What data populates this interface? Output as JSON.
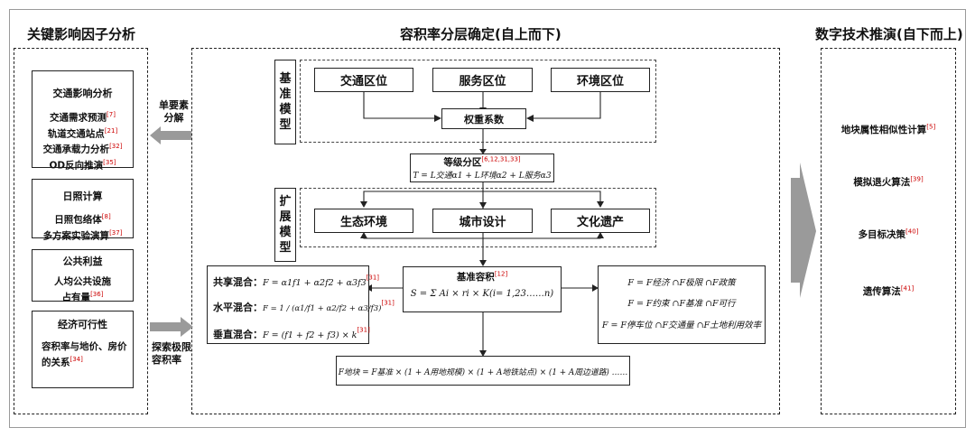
{
  "titles": {
    "left": "关键影响因子分析",
    "center": "容积率分层确定(自上而下)",
    "right": "数字技术推演(自下而上)"
  },
  "left_panel": {
    "traffic": {
      "heading": "交通影响分析",
      "items": [
        {
          "text": "交通需求预测",
          "ref": "[7]"
        },
        {
          "text": "轨道交通站点",
          "ref": "[21]"
        },
        {
          "text": "交通承载力分析",
          "ref": "[32]"
        },
        {
          "text": "OD反向推演",
          "ref": "[35]"
        }
      ]
    },
    "sunlight": {
      "heading": "日照计算",
      "items": [
        {
          "text": "日照包络体",
          "ref": "[8]"
        },
        {
          "text": "多方案实验演算",
          "ref": "[37]"
        }
      ]
    },
    "public": {
      "heading": "公共利益",
      "line1": "人均公共设施",
      "line2": "占有量",
      "ref": "[36]"
    },
    "economy": {
      "heading": "经济可行性",
      "line1": "容积率与地价、房价",
      "line2": "的关系",
      "ref": "[34]"
    }
  },
  "arrows": {
    "single_factor": [
      "单要素",
      "分解"
    ],
    "explore_limit": [
      "探索极限",
      "容积率"
    ]
  },
  "base_model": {
    "label": [
      "基",
      "准",
      "模",
      "型"
    ],
    "boxes": [
      "交通区位",
      "服务区位",
      "环境区位"
    ],
    "weight": "权重系数"
  },
  "grading": {
    "title": "等级分区",
    "ref": "[6,12,31,33]",
    "formula": "T = L交通α1 + L环境α2 + L服务α3"
  },
  "extended_model": {
    "label": [
      "扩",
      "展",
      "模",
      "型"
    ],
    "boxes": [
      "生态环境",
      "城市设计",
      "文化遗产"
    ]
  },
  "base_far": {
    "title": "基准容积",
    "ref": "[12]",
    "formula": "S = Σ Ai × ri × K(i= 1,23……n)"
  },
  "mixing": [
    {
      "label": "共享混合：",
      "formula": "F = α1f1 + α2f2 + α3f3",
      "ref": "[31]"
    },
    {
      "label": "水平混合：",
      "formula": "F = 1 / (α1/f1 + α2/f2 + α3/f3)",
      "ref": "[31]"
    },
    {
      "label": "垂直混合：",
      "formula": "F = (f1 + f2 + f3) × k",
      "ref": "[31]"
    }
  ],
  "constraints": [
    "F = F经济 ∩F极限 ∩F政策",
    "F = F约束 ∩F基准 ∩F可行",
    "F = F停车位 ∩F交通量 ∩F土地利用效率"
  ],
  "final_formula": "F地块 = F基准 × (1 + A用地规模) × (1 + A地铁站点) × (1 + A周边道路) ……",
  "algorithms": [
    {
      "text": "地块属性相似性计算",
      "ref": "[5]"
    },
    {
      "text": "模拟退火算法",
      "ref": "[39]"
    },
    {
      "text": "多目标决策",
      "ref": "[40]"
    },
    {
      "text": "遗传算法",
      "ref": "[41]"
    }
  ],
  "colors": {
    "arrow_gray": "#9a9a9a",
    "ref_red": "#cc0000"
  }
}
